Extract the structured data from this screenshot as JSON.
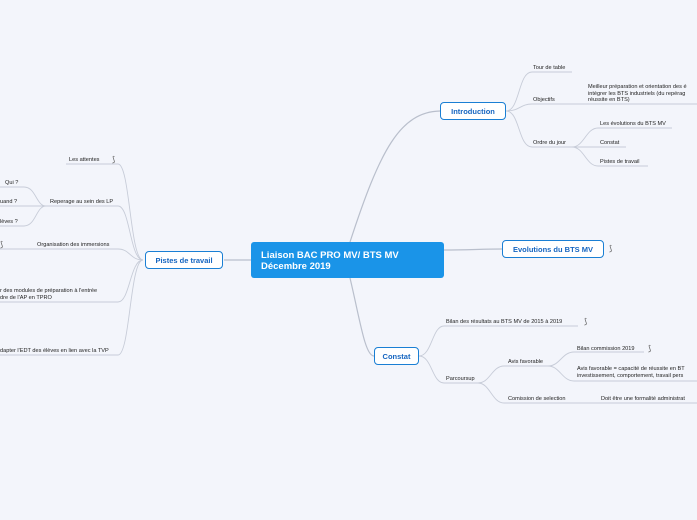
{
  "central": {
    "line1": "Liaison BAC PRO MV/ BTS MV",
    "line2": "Décembre 2019"
  },
  "topics": {
    "introduction": "Introduction",
    "evolutions": "Evolutions du BTS MV",
    "constat": "Constat",
    "pistes": "Pistes de travail"
  },
  "introduction": {
    "tour": "Tour de table",
    "objectifs": "Objectifs",
    "objectifs_detail": {
      "line1": "Meilleur préparation et orientation des é",
      "line2": "intégrer les BTS industriels (du repérag",
      "line3": "réussite en BTS)"
    },
    "ordre": "Ordre du jour",
    "ordre_items": [
      "Les évolutions du BTS MV",
      "Constat",
      "Pistes de travail"
    ]
  },
  "constat": {
    "bilan": "Bilan des résultats au BTS MV de 2015 à 2019",
    "parcoursup": "Parcoursup",
    "avis": "Avis favorable",
    "bilan_commission": "Bilan commission 2019",
    "avis_detail": {
      "line1": "Avis favorable = capacité de réussite en BT",
      "line2": "investissement, comportement, travail pers"
    },
    "commission": "Comission de selection",
    "formalite": "Doit être une formalité administrat"
  },
  "pistes": {
    "attentes": "Les attentes",
    "reperage": "Reperage au sein des LP",
    "qui": "Qui ?",
    "quand": "uand ?",
    "eleves": "lèves ?",
    "immersions": "Organisation des immersions",
    "modules": {
      "line1": "r des modules de préparation à l'entrée",
      "line2": "dre de l'AP en TPRO"
    },
    "edt": "dapter l'EDT des élèves en lien avec la TVP"
  },
  "icons": {
    "attachment": "attachment-icon",
    "glyph": "⟆"
  }
}
